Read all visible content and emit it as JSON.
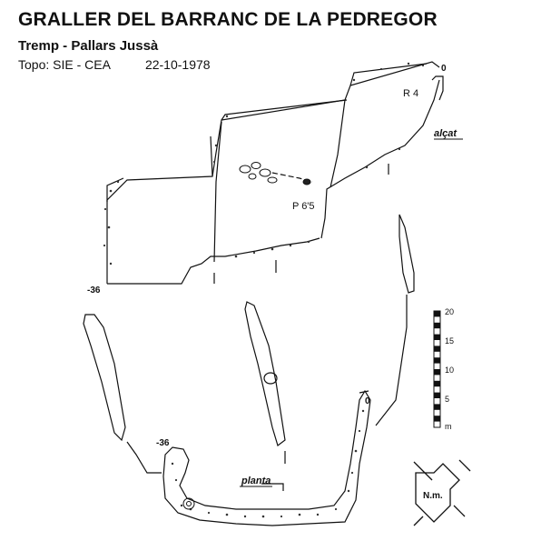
{
  "header": {
    "title": "GRALLER DEL BARRANC DE LA PEDREGOR",
    "subtitle": "Tremp - Pallars Jussà",
    "topo_label": "Topo: SIE - CEA",
    "date": "22-10-1978"
  },
  "labels": {
    "elevation_top_depth": "0",
    "plan_top_depth": "0",
    "elevation_bottom_depth": "-36",
    "plan_bottom_depth": "-36",
    "pitch_r4": "R 4",
    "pitch_p65": "P 6'5",
    "alcat": "alçat",
    "planta": "planta",
    "north": "N.m."
  },
  "scale_bar": {
    "ticks": [
      "20",
      "15",
      "10",
      "5",
      "m"
    ]
  }
}
